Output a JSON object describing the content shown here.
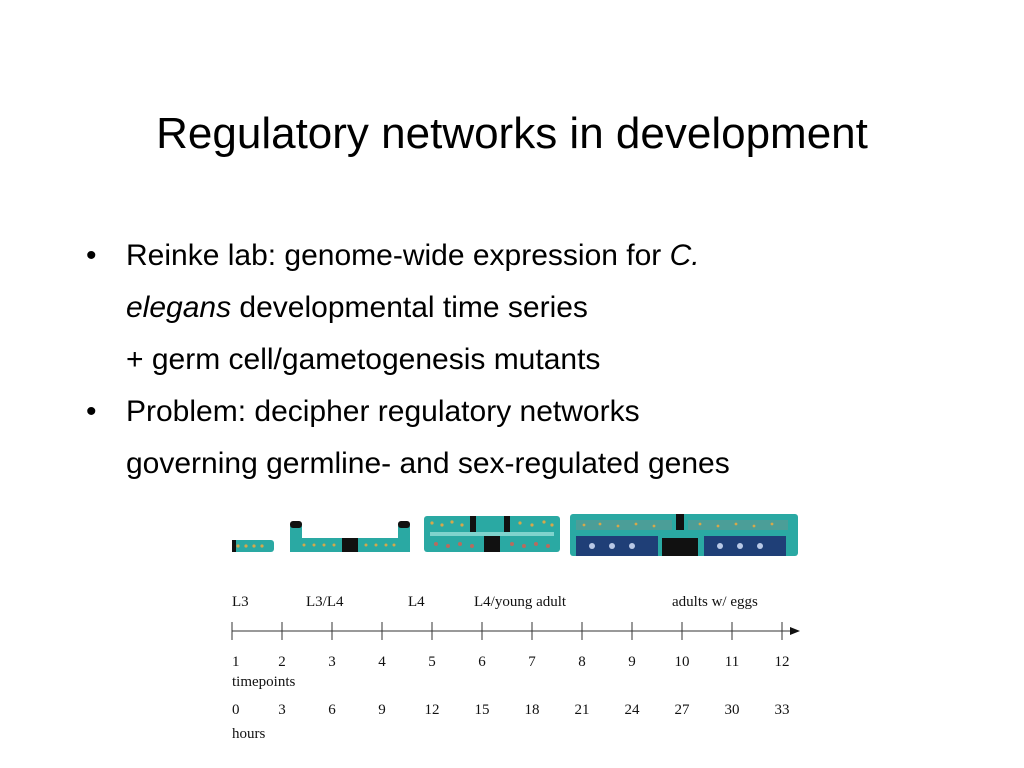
{
  "slide": {
    "title": "Regulatory networks in development",
    "bullets": [
      {
        "pre": "Reinke lab: genome-wide expression for ",
        "italic1": "C.",
        "italic2": "elegans",
        "post": " developmental time series",
        "line3": "+ germ cell/gametogenesis mutants"
      },
      {
        "line1": "Problem: decipher regulatory networks",
        "line2": "governing germline- and sex-regulated genes"
      }
    ]
  },
  "figure": {
    "stages": [
      "L3",
      "L3/L4",
      "L4",
      "L4/young adult",
      "adults w/ eggs"
    ],
    "timepoints": [
      "1",
      "2",
      "3",
      "4",
      "5",
      "6",
      "7",
      "8",
      "9",
      "10",
      "11",
      "12"
    ],
    "timepoints_label": "timepoints",
    "hours": [
      "0",
      "3",
      "6",
      "9",
      "12",
      "15",
      "18",
      "21",
      "24",
      "27",
      "30",
      "33"
    ],
    "hours_label": "hours",
    "colors": {
      "body": "#2aa9a3",
      "dark": "#111111",
      "navy": "#1f3f77"
    }
  }
}
